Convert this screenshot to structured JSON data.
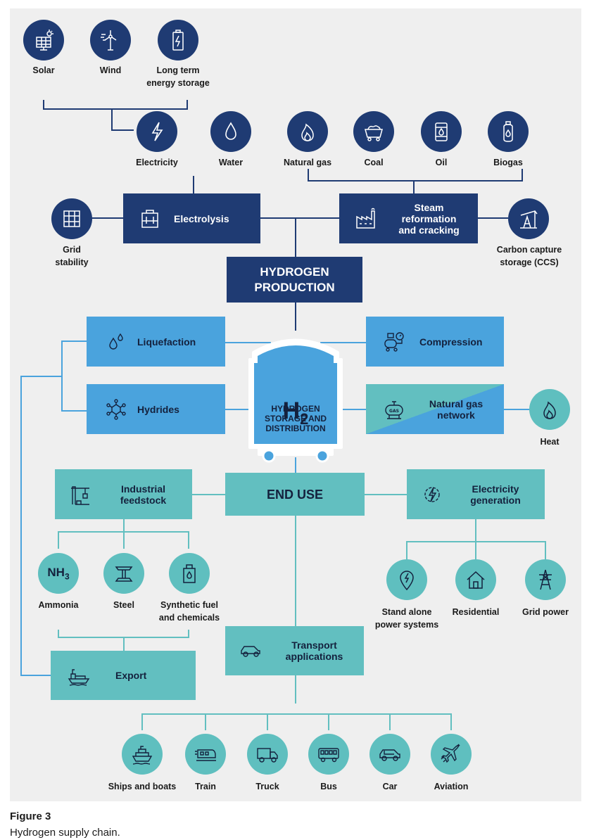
{
  "sources": [
    {
      "label": "Solar",
      "icon": "solar-panel-icon"
    },
    {
      "label": "Wind",
      "icon": "wind-turbine-icon"
    },
    {
      "label": "Long term\nenergy storage",
      "icon": "battery-icon"
    }
  ],
  "inputs": [
    {
      "label": "Electricity",
      "icon": "lightning-icon"
    },
    {
      "label": "Water",
      "icon": "water-drop-icon"
    },
    {
      "label": "Natural gas",
      "icon": "flame-icon"
    },
    {
      "label": "Coal",
      "icon": "coal-cart-icon"
    },
    {
      "label": "Oil",
      "icon": "oil-barrel-icon"
    },
    {
      "label": "Biogas",
      "icon": "gas-cylinder-icon"
    }
  ],
  "production": {
    "electrolysis": "Electrolysis",
    "steam": "Steam\nreformation\nand cracking",
    "grid_stability": "Grid\nstability",
    "ccs": "Carbon capture\nstorage (CCS)",
    "title": "HYDROGEN\nPRODUCTION"
  },
  "storage": {
    "liquefaction": "Liquefaction",
    "hydrides": "Hydrides",
    "compression": "Compression",
    "natural_gas_network": "Natural gas\nnetwork",
    "heat": "Heat",
    "h2_formula": "H",
    "h2_subscript": "2",
    "h2_title": "HYDROGEN\nSTORAGE AND\nDISTRIBUTION"
  },
  "end_use": {
    "title": "END USE",
    "industrial_feedstock": "Industrial\nfeedstock",
    "electricity_generation": "Electricity\ngeneration",
    "transport": "Transport\napplications",
    "export": "Export",
    "nh3": "NH",
    "nh3_sub": "3",
    "ammonia": "Ammonia",
    "steel": "Steel",
    "synthetic": "Synthetic fuel\nand chemicals",
    "stand_alone": "Stand alone\npower systems",
    "residential": "Residential",
    "grid_power": "Grid power"
  },
  "transport_modes": [
    {
      "label": "Ships and boats",
      "icon": "ship-icon"
    },
    {
      "label": "Train",
      "icon": "train-icon"
    },
    {
      "label": "Truck",
      "icon": "truck-icon"
    },
    {
      "label": "Bus",
      "icon": "bus-icon"
    },
    {
      "label": "Car",
      "icon": "car-icon"
    },
    {
      "label": "Aviation",
      "icon": "airplane-icon"
    }
  ],
  "caption": {
    "figure": "Figure 3",
    "text": "Hydrogen supply chain."
  },
  "colors": {
    "navy": "#1f3b73",
    "blue": "#4aa3dd",
    "teal": "#62bfc0",
    "panel": "#efefef"
  }
}
